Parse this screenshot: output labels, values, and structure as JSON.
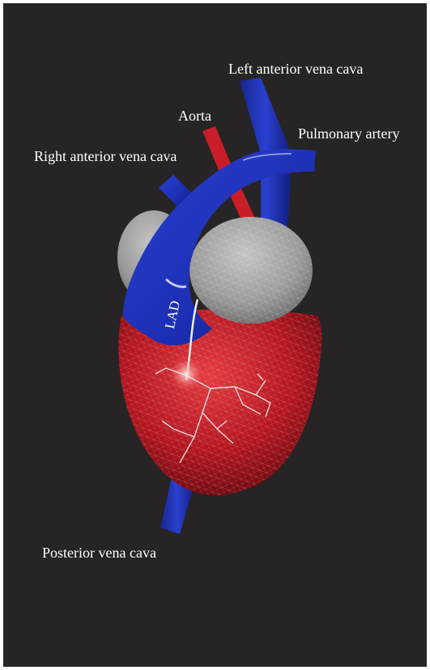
{
  "labels": {
    "left_anterior_vena_cava": "Left anterior vena cava",
    "aorta": "Aorta",
    "pulmonary_artery": "Pulmonary artery",
    "right_anterior_vena_cava": "Right anterior vena cava",
    "lad": "LAD",
    "posterior_vena_cava": "Posterior vena cava"
  },
  "colors": {
    "background": "#262424",
    "venous_blue": "#1c2fb4",
    "ventricle_red": "#b3141e",
    "atrium_gray": "#9a9a9a",
    "vessel_white": "#f0f0f0"
  }
}
